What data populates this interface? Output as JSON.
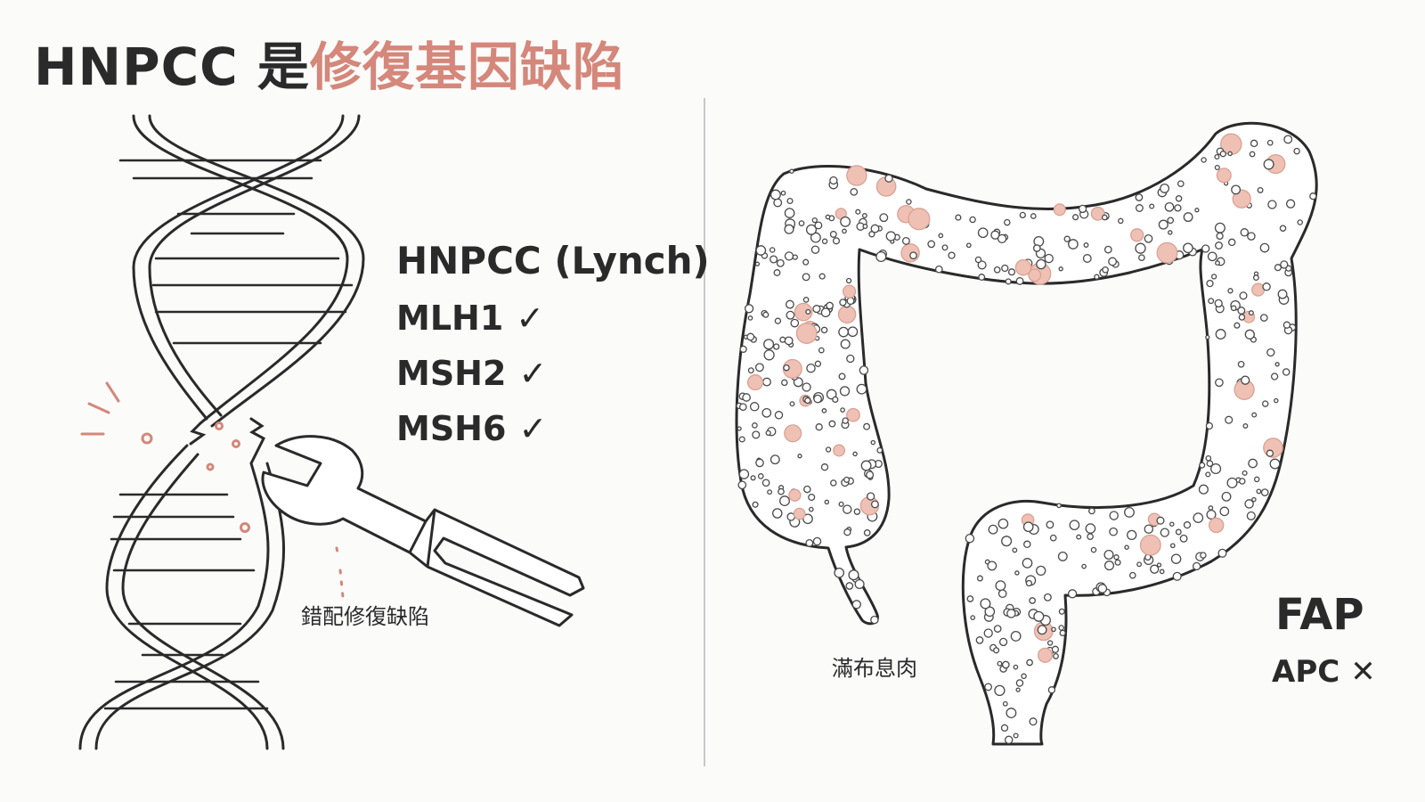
{
  "title": {
    "prefix": "HNPCC 是",
    "accent": "修復基因缺陷"
  },
  "left_panel": {
    "heading": "HNPCC (Lynch)",
    "genes": [
      {
        "name": "MLH1",
        "mark": "✓"
      },
      {
        "name": "MSH2",
        "mark": "✓"
      },
      {
        "name": "MSH6",
        "mark": "✓"
      }
    ],
    "caption": "錯配修復缺陷"
  },
  "right_panel": {
    "caption": "滿布息肉",
    "label": "FAP",
    "gene": "APC",
    "mark": "✕"
  },
  "colors": {
    "accent": "#d4877a",
    "ink": "#2a2a2a",
    "polyp": "#efc1b5"
  }
}
